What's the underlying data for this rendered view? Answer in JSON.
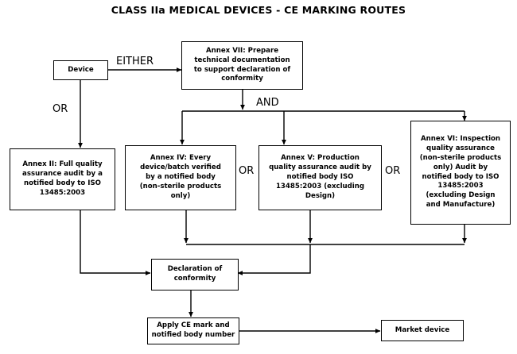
{
  "title": "CLASS IIa MEDICAL DEVICES - CE MARKING ROUTES",
  "diagram": {
    "type": "flowchart",
    "orientation": "top-down",
    "background_color": "#ffffff",
    "line_color": "#000000",
    "nodes": [
      {
        "id": "device",
        "label": "Device"
      },
      {
        "id": "annex7",
        "label": "Annex VII: Prepare\ntechnical documentation\nto support declaration of\nconformity"
      },
      {
        "id": "annex2",
        "label": "Annex II: Full quality\nassurance audit by a\nnotified body to ISO\n13485:2003"
      },
      {
        "id": "annex4",
        "label": "Annex IV: Every\ndevice/batch verified\nby a notified body\n(non-sterile products\nonly)"
      },
      {
        "id": "annex5",
        "label": "Annex V: Production\nquality assurance audit by\nnotified body ISO\n13485:2003 (excluding\nDesign)"
      },
      {
        "id": "annex6",
        "label": "Annex VI: Inspection\nquality assurance\n(non-sterile products\nonly) Audit by\nnotified body to ISO\n13485:2003\n(excluding Design\nand Manufacture)"
      },
      {
        "id": "declaration",
        "label": "Declaration of\nconformity"
      },
      {
        "id": "cemark",
        "label": "Apply CE mark and\nnotified body number"
      },
      {
        "id": "market",
        "label": "Market device"
      }
    ],
    "connector_labels": [
      {
        "id": "either",
        "text": "EITHER"
      },
      {
        "id": "or-left",
        "text": "OR"
      },
      {
        "id": "and",
        "text": "AND"
      },
      {
        "id": "or-4-5",
        "text": "OR"
      },
      {
        "id": "or-5-6",
        "text": "OR"
      }
    ],
    "edges": [
      {
        "from": "device",
        "to": "annex7",
        "label": "EITHER"
      },
      {
        "from": "device",
        "to": "annex2",
        "label": "OR"
      },
      {
        "from": "annex7",
        "to": "annex4",
        "label": "AND"
      },
      {
        "from": "annex7",
        "to": "annex5",
        "label": "AND"
      },
      {
        "from": "annex7",
        "to": "annex6",
        "label": "AND"
      },
      {
        "from": "annex2",
        "to": "declaration",
        "label": ""
      },
      {
        "from": "annex4",
        "to": "declaration",
        "label": ""
      },
      {
        "from": "annex5",
        "to": "declaration",
        "label": ""
      },
      {
        "from": "annex6",
        "to": "declaration",
        "label": ""
      },
      {
        "from": "declaration",
        "to": "cemark",
        "label": ""
      },
      {
        "from": "cemark",
        "to": "market",
        "label": ""
      }
    ]
  }
}
